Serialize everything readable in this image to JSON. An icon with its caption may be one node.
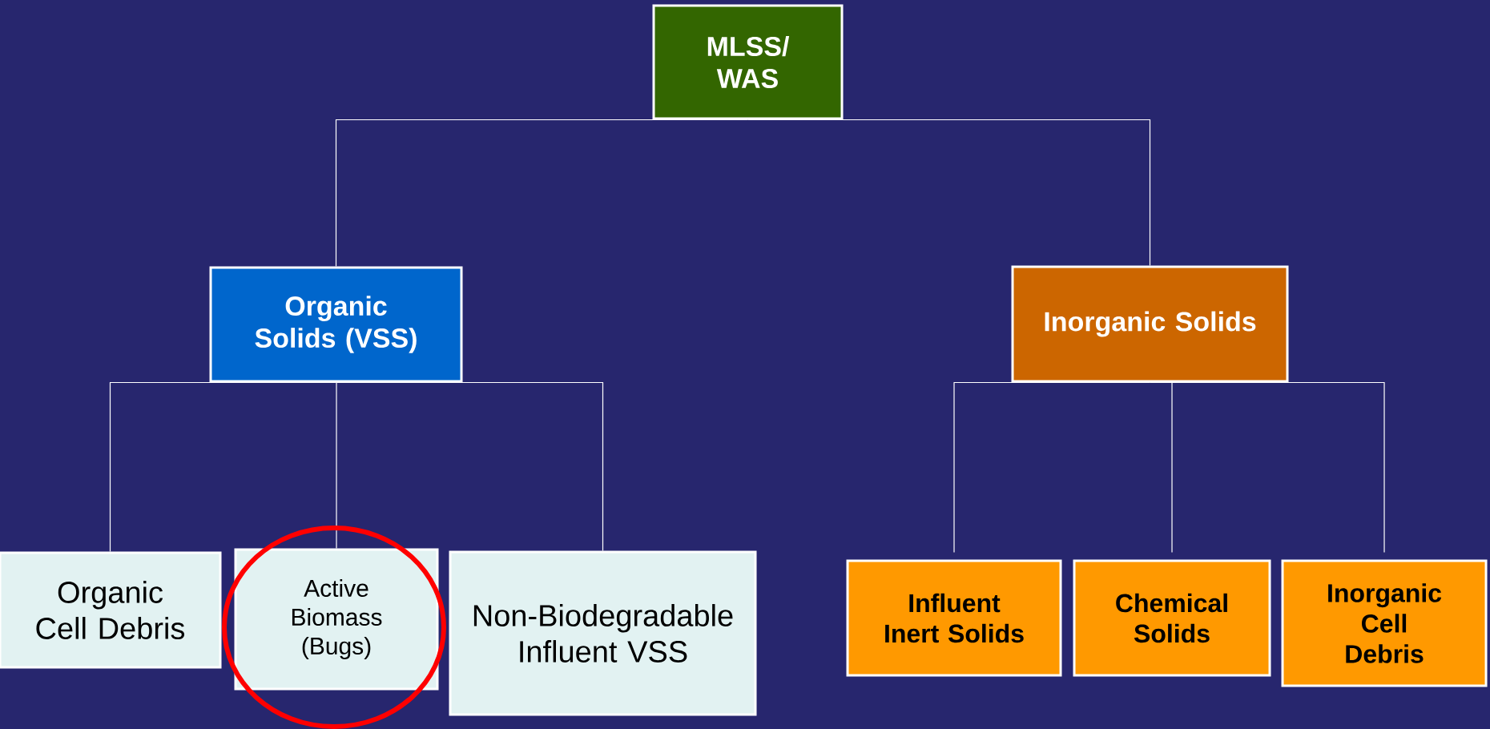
{
  "diagram": {
    "nodes": [
      {
        "text": [
          "MLSS/ WAS"
        ]
      },
      {
        "text": [
          "Organic Solids (VSS)"
        ]
      },
      {
        "text": [
          "Inorganic Solids"
        ]
      },
      {
        "text": [
          "Organic Cell Debris"
        ]
      },
      {
        "text": [
          "Active Biomass (Bugs)"
        ]
      },
      {
        "text": [
          "Non-Biodegradable Influent VSS"
        ]
      },
      {
        "text": [
          "Influent Inert Solids"
        ]
      },
      {
        "text": [
          "Chemical Solids"
        ]
      },
      {
        "text": [
          "Inorganic Cell Debris"
        ]
      }
    ],
    "edges": [
      {
        "from": 0,
        "to": 1,
        "arrow": "none"
      },
      {
        "from": 0,
        "to": 2,
        "arrow": "none"
      },
      {
        "from": 1,
        "to": 3,
        "arrow": "none"
      },
      {
        "from": 1,
        "to": 4,
        "arrow": "none"
      },
      {
        "from": 1,
        "to": 5,
        "arrow": "none"
      },
      {
        "from": 2,
        "to": 6,
        "arrow": "none"
      },
      {
        "from": 2,
        "to": 7,
        "arrow": "none"
      },
      {
        "from": 2,
        "to": 8,
        "arrow": "none"
      }
    ]
  }
}
